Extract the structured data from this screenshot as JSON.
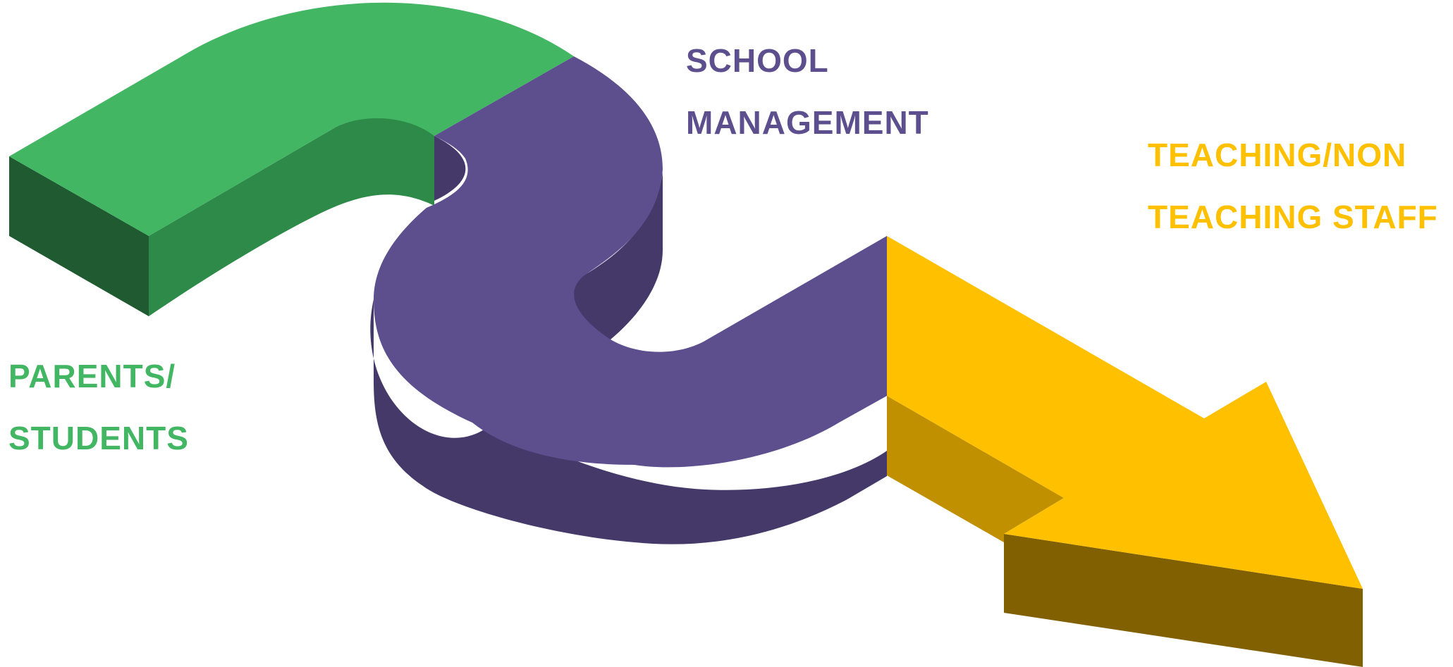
{
  "diagram": {
    "colors": {
      "green": "#42b663",
      "green_dark": "#2d8a48",
      "green_darker": "#1f5a31",
      "purple": "#5d4e8e",
      "purple_dark": "#45396a",
      "yellow": "#ffc000",
      "yellow_dark": "#c09000",
      "yellow_darker": "#806000"
    },
    "labels": {
      "parents": {
        "line1": "PARENTS/",
        "line2": "STUDENTS"
      },
      "school": {
        "line1": "SCHOOL",
        "line2": "MANAGEMENT"
      },
      "teaching": {
        "line1": "TEACHING/NON",
        "line2": "TEACHING STAFF"
      }
    }
  }
}
